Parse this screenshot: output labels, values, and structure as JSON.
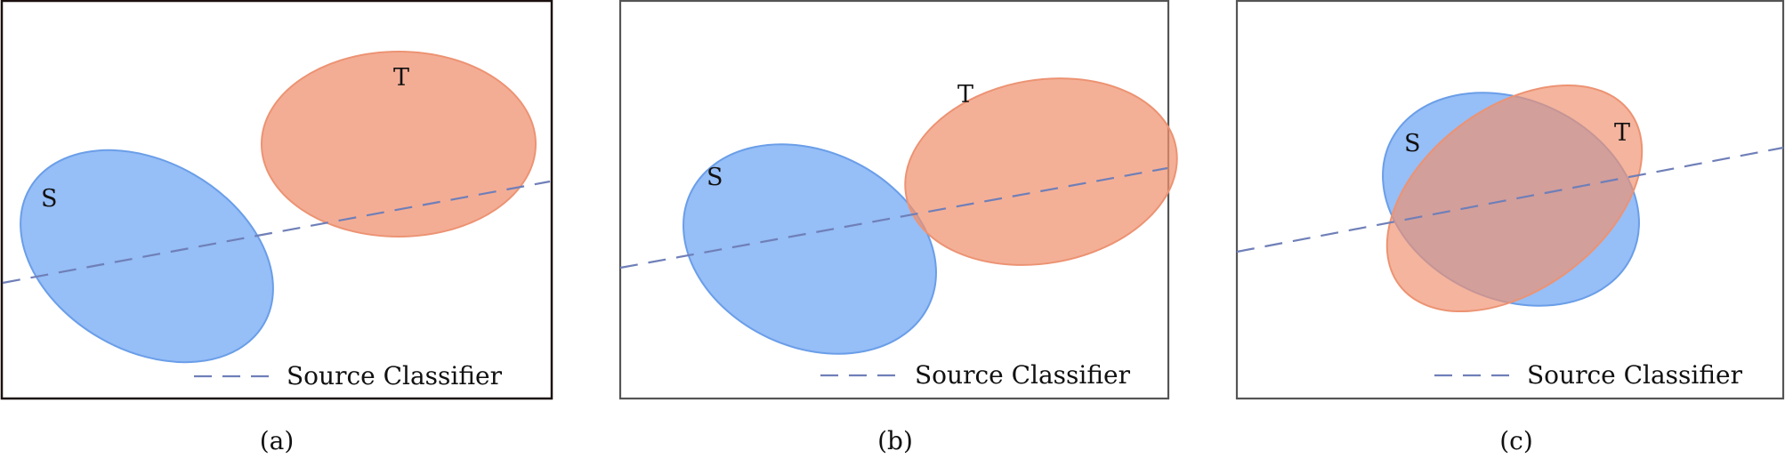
{
  "colors": {
    "source": "#7fb0f5",
    "source_edge": "#6a9ee8",
    "target": "#f3a489",
    "target_edge": "#ec9373",
    "classifier": "#6f7fb8",
    "frame_a": "#1b1010",
    "frame_bc": "#555555"
  },
  "panels": [
    {
      "id": "a",
      "caption": "(a)",
      "source_label": "S",
      "target_label": "T",
      "legend_label": "Source Classifier"
    },
    {
      "id": "b",
      "caption": "(b)",
      "source_label": "S",
      "target_label": "T",
      "legend_label": "Source Classifier"
    },
    {
      "id": "c",
      "caption": "(c)",
      "source_label": "S",
      "target_label": "T",
      "legend_label": "Source Classifier"
    }
  ]
}
